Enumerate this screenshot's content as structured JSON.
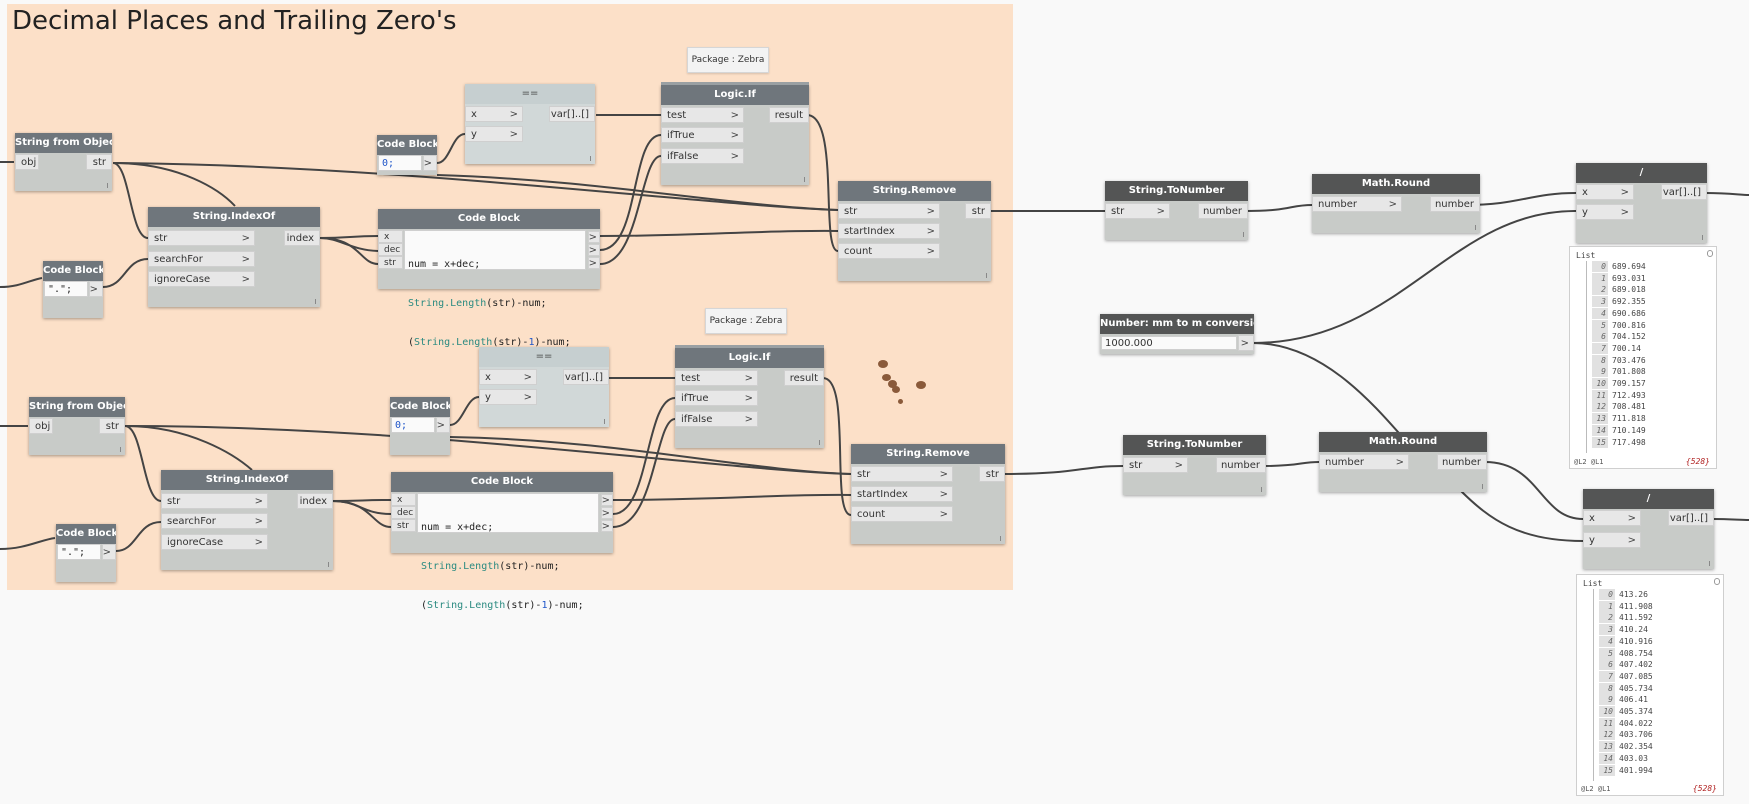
{
  "group": {
    "title": "Decimal Places and Trailing Zero's"
  },
  "packages": {
    "top": "Package : Zebra",
    "bottom": "Package : Zebra"
  },
  "labels": {
    "string_from_object": "String from Object",
    "string_indexof": "String.IndexOf",
    "code_block": "Code Block",
    "equals": "==",
    "logic_if": "Logic.If",
    "string_remove": "String.Remove",
    "string_tonumber": "String.ToNumber",
    "math_round": "Math.Round",
    "divide": "/",
    "mm_to_m": "Number: mm to m conversion"
  },
  "ports": {
    "obj": "obj",
    "str": "str",
    "searchFor": "searchFor",
    "ignoreCase": "ignoreCase",
    "index": "index",
    "x": "x",
    "y": "y",
    "dec": "dec",
    "var": "var[]..[]",
    "test": "test",
    "ifTrue": "ifTrue",
    "ifFalse": "ifFalse",
    "result": "result",
    "startIndex": "startIndex",
    "count": "count",
    "number": "number"
  },
  "code": {
    "zero": "0;",
    "dot_top": "\".\";",
    "dot_bottom": "\".\";",
    "line1": "num = x+dec;",
    "line2_fn": "String.Length",
    "line2_rest": "(str)-num;",
    "line3_open": "(",
    "line3_fn": "String.Length",
    "line3_mid": "(str)-",
    "line3_num": "1",
    "line3_rest": ")-num;"
  },
  "conversion": {
    "value": "1000.000"
  },
  "watch_top": {
    "header": "List",
    "items": [
      "689.694",
      "693.031",
      "689.018",
      "692.355",
      "690.686",
      "700.816",
      "704.152",
      "700.14",
      "703.476",
      "701.808",
      "709.157",
      "712.493",
      "708.481",
      "711.818",
      "710.149",
      "717.498"
    ],
    "indices": [
      "0",
      "1",
      "2",
      "3",
      "4",
      "5",
      "6",
      "7",
      "8",
      "9",
      "10",
      "11",
      "12",
      "13",
      "14",
      "15"
    ],
    "footer": "@L2 @L1",
    "count": "{528}"
  },
  "watch_bottom": {
    "header": "List",
    "items": [
      "413.26",
      "411.908",
      "411.592",
      "410.24",
      "410.916",
      "408.754",
      "407.402",
      "407.085",
      "405.734",
      "406.41",
      "405.374",
      "404.022",
      "403.706",
      "402.354",
      "403.03",
      "401.994"
    ],
    "indices": [
      "0",
      "1",
      "2",
      "3",
      "4",
      "5",
      "6",
      "7",
      "8",
      "9",
      "10",
      "11",
      "12",
      "13",
      "14",
      "15"
    ],
    "footer": "@L2 @L1",
    "count": "{528}"
  },
  "colors": {
    "group_bg": "#fce0c8",
    "canvas": "#f9f9f9",
    "header": "#6f767c",
    "header_dark": "#545555",
    "wire": "#444444",
    "count": "#b02020"
  }
}
